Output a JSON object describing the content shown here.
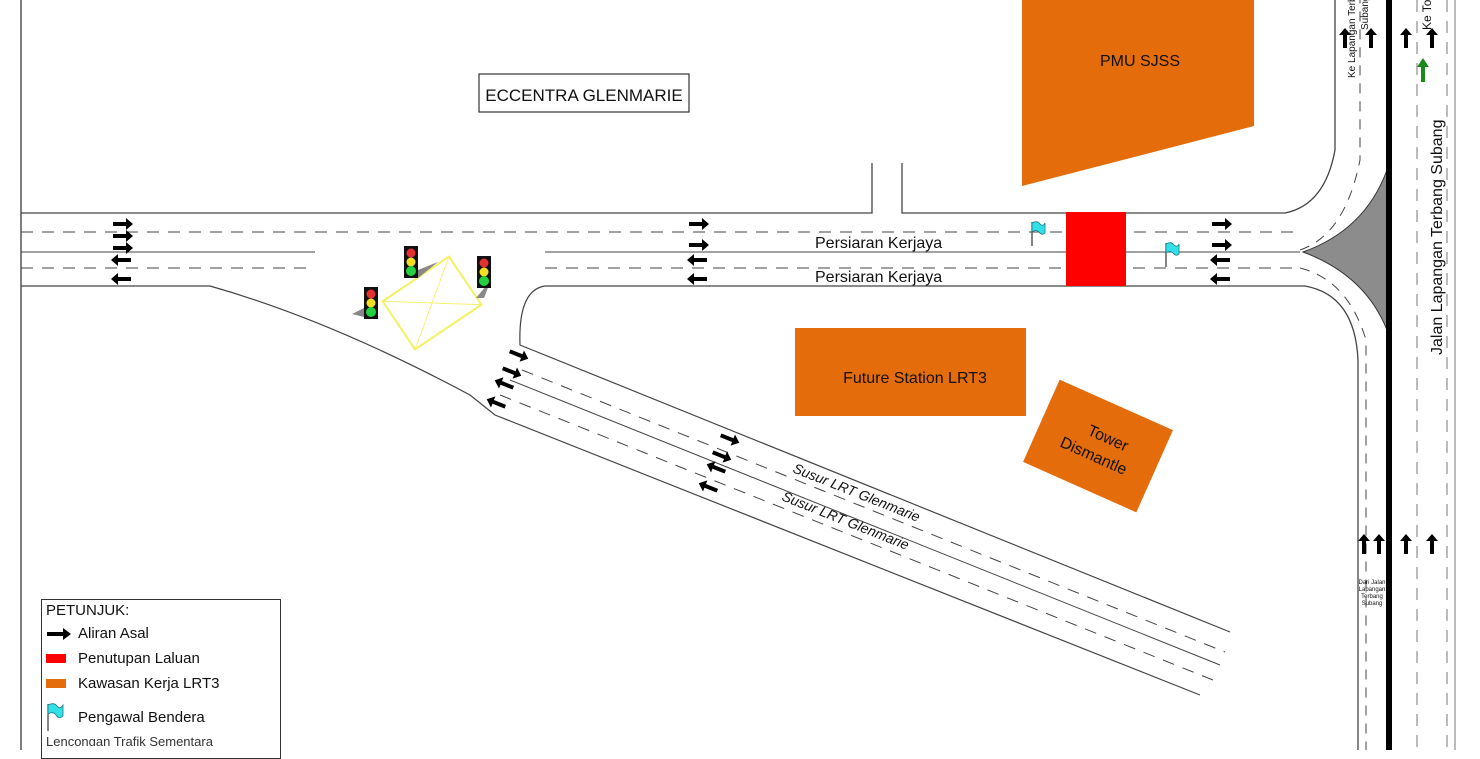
{
  "map": {
    "buildings": {
      "eccentra": "ECCENTRA GLENMARIE",
      "pmu": "PMU SJSS",
      "future_station": "Future Station LRT3",
      "tower_line1": "Tower",
      "tower_line2": "Dismantle"
    },
    "roads": {
      "persiaran_upper": "Persiaran Kerjaya",
      "persiaran_lower": "Persiaran Kerjaya",
      "susur_upper": "Susur LRT Glenmarie",
      "susur_lower": "Susur LRT Glenmarie",
      "jalan_lapangan": "Jalan Lapangan Terbang Subang",
      "ke_lapangan_1": "Ke Lapangan Terbang",
      "ke_lapangan_2": "Subang",
      "ke_tol": "Ke Tol",
      "dari_jalan_1": "Dari Jalan",
      "dari_jalan_2": "Lapangan",
      "dari_jalan_3": "Terbang",
      "dari_jalan_4": "Subang"
    }
  },
  "legend": {
    "title": "PETUNJUK:",
    "items": [
      {
        "label": "Aliran Asal",
        "icon": "arrow-right-icon"
      },
      {
        "label": "Penutupan Laluan",
        "icon": "red-swatch"
      },
      {
        "label": "Kawasan Kerja LRT3",
        "icon": "orange-swatch"
      },
      {
        "label": "Pengawal Bendera",
        "icon": "flag-icon"
      }
    ],
    "partial_text": "Lencongan Trafik Sementara"
  },
  "colors": {
    "closure": "#ff0000",
    "work_area": "#e46c0a",
    "flag": "#33e0e8",
    "work_zone_outline": "#ffff55",
    "median": "#8c8c8c",
    "green_arrow": "#1a8a1a"
  }
}
